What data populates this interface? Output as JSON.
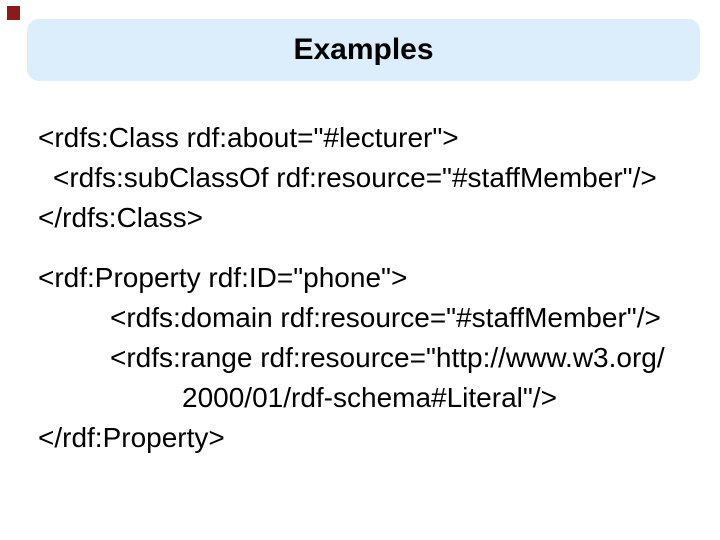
{
  "slide": {
    "title": "Examples",
    "colors": {
      "title_bar_bg": "#dceefb",
      "accent_square": "#8b1a1a",
      "text": "#000000",
      "background": "#ffffff"
    },
    "code_block_1": {
      "lines": [
        {
          "text": "<rdfs:Class rdf:about=\"#lecturer\">",
          "indent": 0
        },
        {
          "text": "<rdfs:subClassOf rdf:resource=\"#staffMember\"/>",
          "indent": 15
        },
        {
          "text": "</rdfs:Class>",
          "indent": 0
        }
      ]
    },
    "code_block_2": {
      "lines": [
        {
          "text": "<rdf:Property rdf:ID=\"phone\">",
          "indent": 0
        },
        {
          "text": "<rdfs:domain rdf:resource=\"#staffMember\"/>",
          "indent": 72
        },
        {
          "text": "<rdfs:range rdf:resource=\"http://www.w3.org/",
          "indent": 72
        },
        {
          "text": "2000/01/rdf-schema#Literal\"/>",
          "indent": 144
        },
        {
          "text": "</rdf:Property>",
          "indent": 0
        }
      ]
    }
  }
}
